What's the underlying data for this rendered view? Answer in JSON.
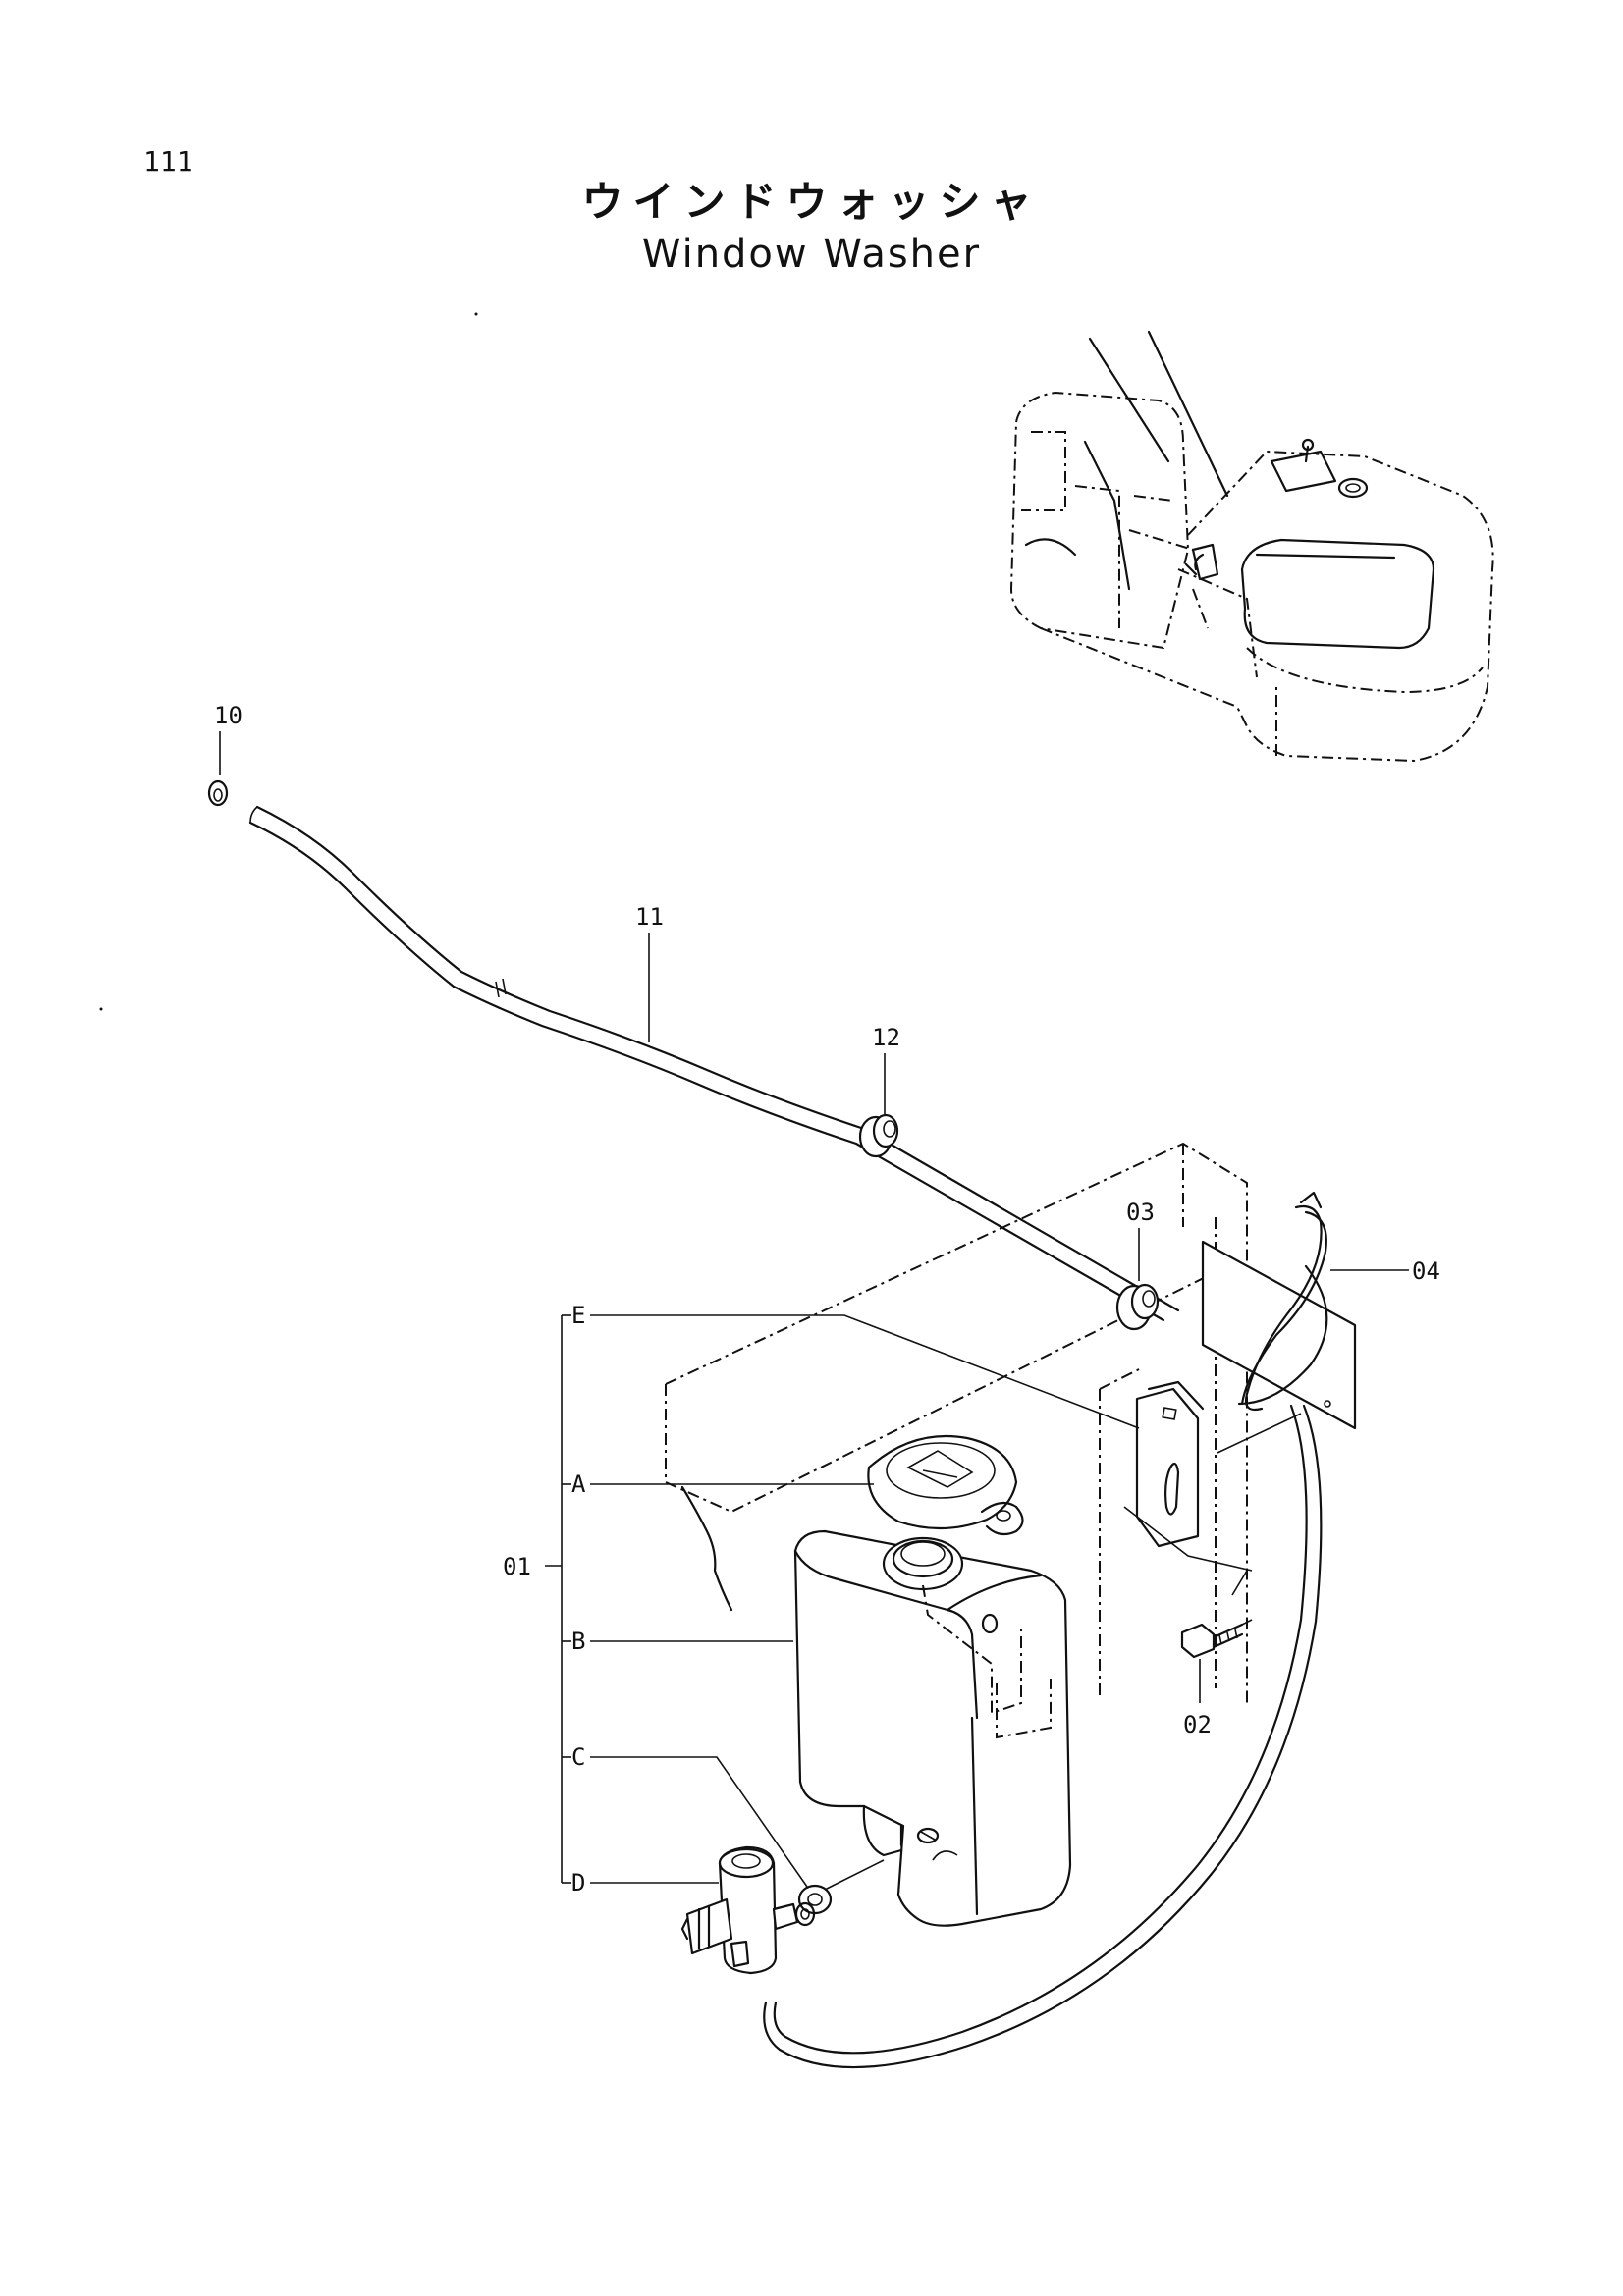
{
  "page": {
    "number": "111"
  },
  "title": {
    "japanese": "ウインドウォッシャ",
    "english": "Window Washer"
  },
  "callouts": {
    "p10": "10",
    "p11": "11",
    "p12": "12",
    "p03": "03",
    "p04": "04",
    "p02": "02",
    "p01": "01",
    "sub_a": "A",
    "sub_b": "B",
    "sub_c": "C",
    "sub_d": "D",
    "sub_e": "E"
  }
}
